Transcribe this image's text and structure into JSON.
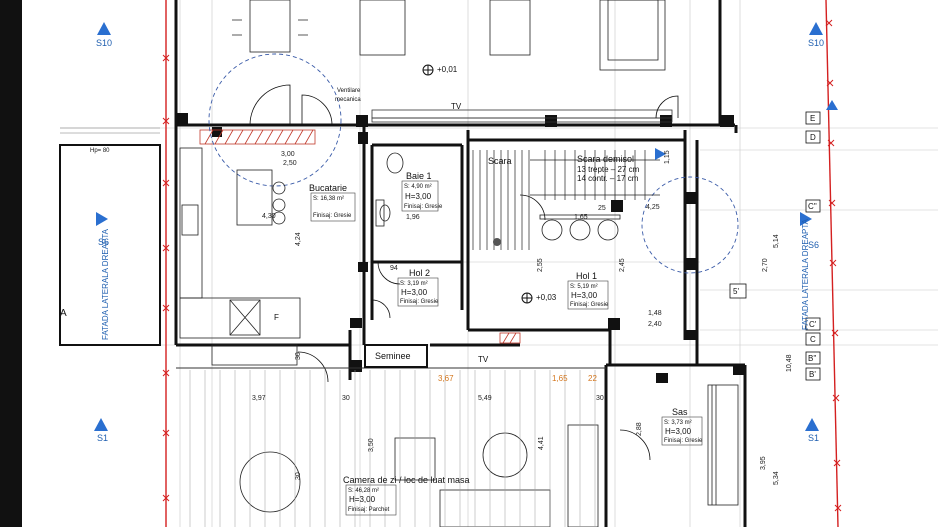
{
  "colors": {
    "wall": "#111111",
    "section_marker": "#2a6fd0",
    "property_line": "#d42020",
    "hatch": "#c0392b",
    "dimension_orange": "#d4761c"
  },
  "rooms": [
    {
      "name": "Bucatarie",
      "area": "S: 16,38 m²",
      "height": "",
      "finish": "Finisaj: Gresie"
    },
    {
      "name": "Baie 1",
      "area": "S: 4,90 m²",
      "height": "H=3,00",
      "finish": "Finisaj: Gresie"
    },
    {
      "name": "Hol 2",
      "area": "S: 3,19 m²",
      "height": "H=3,00",
      "finish": "Finisaj: Gresie"
    },
    {
      "name": "Hol 1",
      "area": "S: 5,19 m²",
      "height": "H=3,00",
      "finish": "Finisaj: Gresie"
    },
    {
      "name": "Sas",
      "area": "S: 3,73 m²",
      "height": "H=3,00",
      "finish": "Finisaj: Gresie"
    },
    {
      "name": "Camera de zi / loc de luat masa",
      "area": "S: 46,28 m²",
      "height": "H=3,00",
      "finish": "Finisaj: Parchet"
    }
  ],
  "labels": {
    "scara": "Scara",
    "scara_demisol": "Scara demisol",
    "stairs_line1": "13 trepte – 27 cm",
    "stairs_line2": "14 contr. – 17 cm",
    "seminee": "Seminee",
    "tv_top": "TV",
    "tv_bottom": "TV",
    "ventilare": "Ventilare",
    "mecanica": "mecanica",
    "hp": "Hp= 80",
    "fatada_stanga": "FATADA LATERALA DREAPTA",
    "fatada_dreapta": "FATADA LATERALA DREAPTA",
    "f_mark": "F",
    "a_mark": "A",
    "level_001": "+0,01",
    "level_003": "+0,03"
  },
  "section_markers": [
    {
      "id": "s10-left",
      "label": "S10"
    },
    {
      "id": "s10-right",
      "label": "S10"
    },
    {
      "id": "s6-left",
      "label": "S6"
    },
    {
      "id": "s6-right",
      "label": "S6"
    },
    {
      "id": "s1-left",
      "label": "S1"
    },
    {
      "id": "s1-right",
      "label": "S1"
    }
  ],
  "axes": [
    "E",
    "D",
    "C''",
    "C'",
    "C",
    "B''",
    "B'",
    "5'"
  ],
  "dimensions": {
    "d300": "3,00",
    "d250": "2,50",
    "d430": "4,30",
    "d424": "4,24",
    "d196": "1,96",
    "d94": "94",
    "d165": "1,65",
    "d425": "4,25",
    "d240": "2,40",
    "d148": "1,48",
    "d245": "2,45",
    "d255": "2,55",
    "d367": "3,67",
    "d165b": "1,65",
    "d22": "22",
    "d549": "5,49",
    "d397": "3,97",
    "d350": "3,50",
    "d441": "4,41",
    "d288": "2,88",
    "d395": "3,95",
    "d534": "5,34",
    "d514": "5,14",
    "d270": "2,70",
    "d115": "1,15",
    "d30a": "30",
    "d30b": "30",
    "d30c": "30",
    "d30d": "30",
    "d25": "25",
    "d1048": "10,48"
  }
}
